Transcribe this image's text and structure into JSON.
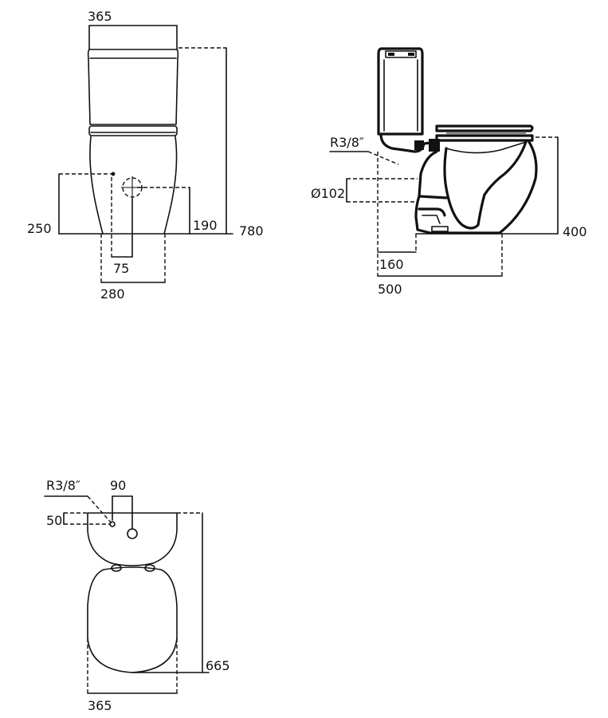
{
  "front_view": {
    "dims": {
      "width_top": "365",
      "height_total": "780",
      "inlet_height": "190",
      "outlet_height": "250",
      "outlet_offset": "75",
      "base_width": "280"
    }
  },
  "side_view": {
    "dims": {
      "thread": "R3/8″",
      "outlet_diameter": "Ø102",
      "rim_height": "400",
      "outlet_setback": "160",
      "depth": "500"
    }
  },
  "top_view": {
    "dims": {
      "thread": "R3/8″",
      "inlet_offset": "90",
      "inlet_setback": "50",
      "length": "665",
      "width": "365"
    }
  }
}
